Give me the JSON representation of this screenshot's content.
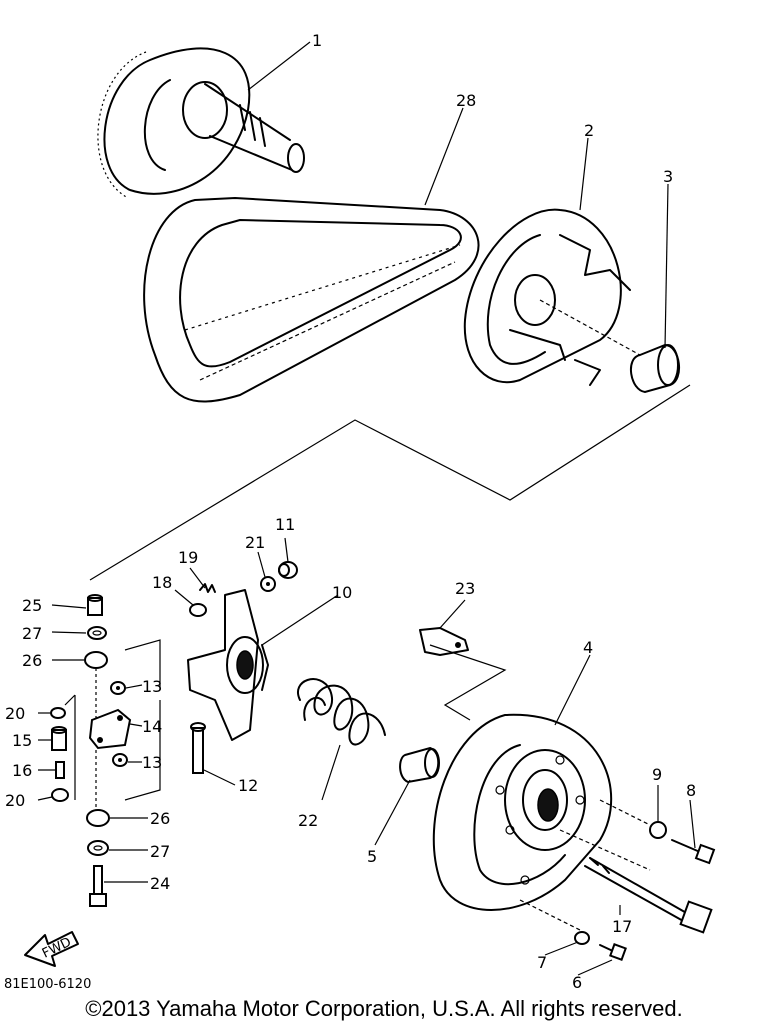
{
  "labels": {
    "p1": "1",
    "p2": "2",
    "p3": "3",
    "p4": "4",
    "p5": "5",
    "p6": "6",
    "p7": "7",
    "p8": "8",
    "p9": "9",
    "p10": "10",
    "p11": "11",
    "p12": "12",
    "p13a": "13",
    "p13b": "13",
    "p14": "14",
    "p15": "15",
    "p16": "16",
    "p17": "17",
    "p18": "18",
    "p19": "19",
    "p20a": "20",
    "p20b": "20",
    "p21": "21",
    "p22": "22",
    "p23": "23",
    "p24": "24",
    "p25": "25",
    "p26a": "26",
    "p26b": "26",
    "p27a": "27",
    "p27b": "27",
    "p28": "28"
  },
  "fwd": "FWD",
  "drawing_code": "81E100-6120",
  "copyright": "©2013 Yamaha Motor Corporation, U.S.A. All rights reserved."
}
